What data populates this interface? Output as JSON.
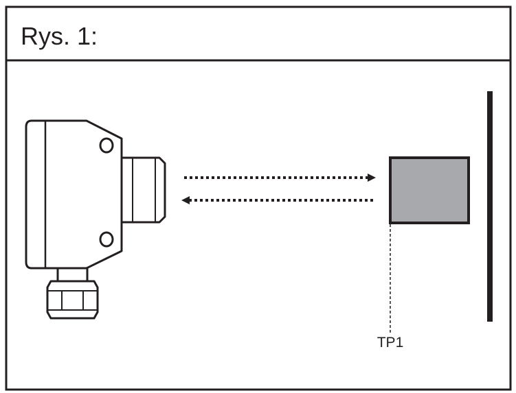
{
  "figure": {
    "title": "Rys. 1:",
    "target_point_label": "TP1"
  },
  "colors": {
    "stroke": "#231f20",
    "target_fill": "#a7a9ac",
    "background": "#ffffff"
  },
  "icons": [
    "sensor-icon",
    "target-object",
    "background-wall"
  ]
}
